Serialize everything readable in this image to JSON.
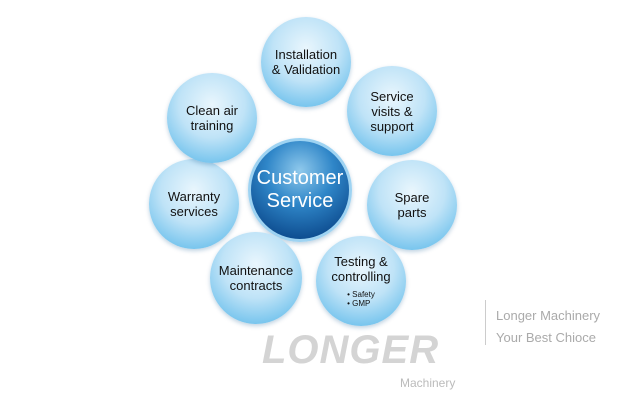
{
  "center": {
    "line1": "Customer",
    "line2": "Service"
  },
  "nodes": [
    {
      "line1": "Installation",
      "line2": "& Validation"
    },
    {
      "line1": "Service",
      "line2": "visits &",
      "line3": "support"
    },
    {
      "line1": "Spare",
      "line2": "parts"
    },
    {
      "line1": "Testing &",
      "line2": "controlling",
      "bullets": [
        "• Safety",
        "• GMP"
      ]
    },
    {
      "line1": "Maintenance",
      "line2": "contracts"
    },
    {
      "line1": "Warranty",
      "line2": "services"
    },
    {
      "line1": "Clean air",
      "line2": "training"
    }
  ],
  "watermark": {
    "logo": "LONGER",
    "logo_sub": "Machinery",
    "tagline1": "Longer Machinery",
    "tagline2": "Your Best Chioce"
  }
}
